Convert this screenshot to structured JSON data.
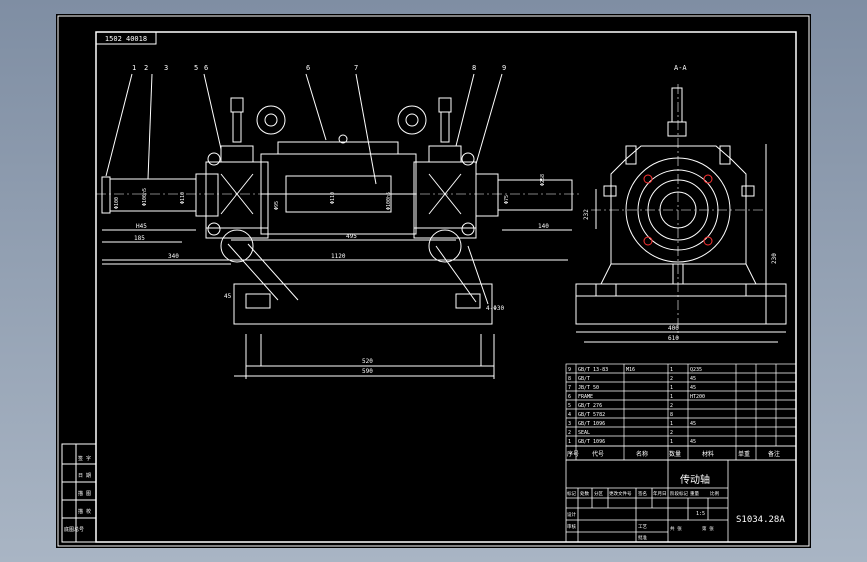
{
  "drawing": {
    "code_box": "1502 40018",
    "part_labels": [
      "1",
      "2",
      "3",
      "5",
      "6",
      "6",
      "7",
      "8",
      "9"
    ],
    "section_label": "A-A",
    "dims": {
      "overall": "1120",
      "shaft_left": "340",
      "shaft_left_inner": "185",
      "shaft_left_k": "H45",
      "shaft_right": "140",
      "center": "495",
      "base_inner": "520",
      "base_outer": "590",
      "holes": "4-Φ30",
      "dim_45": "45",
      "dia_left": "Φ100",
      "dia_mid_l": "Φ100h5",
      "dia_mid": "Φ110",
      "dia_center": "Φ95",
      "dia_mid_r": "Φ110",
      "dia_right": "Φ100h5",
      "dia_far": "Φ75",
      "height_right": "Φ258",
      "side_400": "400",
      "side_610": "610",
      "side_232": "232",
      "side_230": "230"
    },
    "bom_rows": [
      [
        "9",
        "GB/T 13-83",
        "M16",
        "",
        "1",
        "Q235",
        "",
        "",
        ""
      ],
      [
        "8",
        "GB/T",
        "",
        "",
        "2",
        "45",
        "",
        ""
      ],
      [
        "7",
        "JB/T 50",
        "",
        "",
        "1",
        "45",
        "",
        ""
      ],
      [
        "6",
        "FRAME",
        "",
        "",
        "1",
        "HT200",
        "",
        ""
      ],
      [
        "5",
        "GB/T 276",
        "",
        "",
        "2",
        "",
        "",
        ""
      ],
      [
        "4",
        "GB/T 5782",
        "",
        "",
        "8",
        "",
        "",
        ""
      ],
      [
        "3",
        "GB/T 1096",
        "",
        "",
        "1",
        "45",
        "",
        ""
      ],
      [
        "2",
        "SEAL",
        "",
        "",
        "2",
        "",
        "",
        ""
      ],
      [
        "1",
        "GB/T 1096",
        "",
        "",
        "1",
        "45",
        "",
        ""
      ]
    ],
    "header_cells": [
      "序号",
      "代号",
      "名称",
      "数量",
      "材料",
      "单重",
      "备注"
    ],
    "title_name": "传动轴",
    "drawing_number": "S1034.28A",
    "left_strip": [
      "签 字",
      "日 期",
      "描 图",
      "描 校",
      "底图总号"
    ],
    "tb_labels": [
      "标记",
      "处数",
      "分区",
      "更改文件号",
      "签名",
      "年月日",
      "设计",
      "审核",
      "工艺",
      "批准"
    ],
    "tb_right": [
      "阶段标记",
      "重量",
      "比例",
      "共 张",
      "第 张"
    ],
    "scale": "1:5"
  }
}
